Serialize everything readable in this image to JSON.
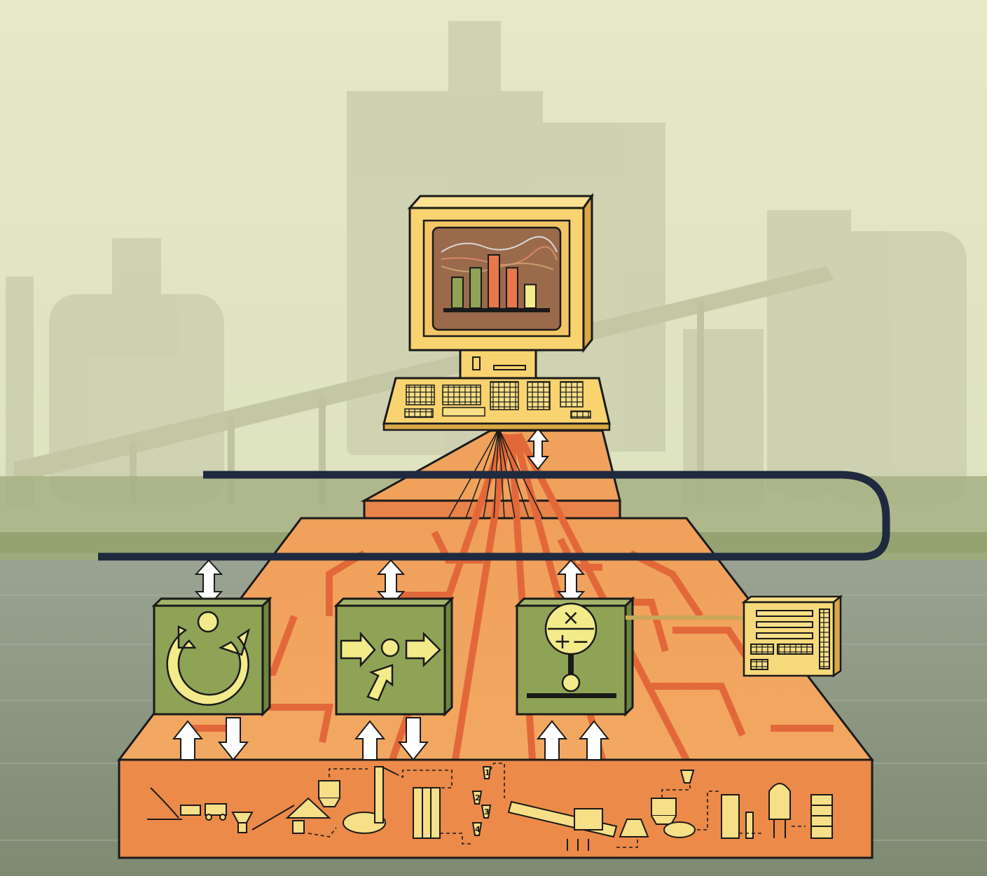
{
  "colors": {
    "sky_top": "#e4e6c6",
    "sky_bottom": "#d5dcb3",
    "haze_building": "#c9cbad",
    "trees": "#9aa77a",
    "water": "#8f9a85",
    "platform_top": "#f0a25c",
    "platform_front": "#ec8a4a",
    "platform_side": "#d9743b",
    "circuit_line": "#e06a3a",
    "bus_line": "#1f2a40",
    "module_green": "#8ea356",
    "module_dark": "#6f843f",
    "symbol_yellow": "#f3ea8a",
    "monitor_body": "#f8d36f",
    "monitor_dark": "#d9a845",
    "screen": "#9a6a4a",
    "bar_green": "#8ea356",
    "bar_orange": "#e8774a",
    "bar_yellow": "#f3ea8a",
    "arrow_white": "#ffffff"
  },
  "icons": {
    "monitor": "computer-monitor-icon",
    "keyboard": "keyboard-icon",
    "control_loop": "control-loop-icon",
    "flow_routing": "flow-routing-icon",
    "calculation": "calculation-icon",
    "control_cabinet": "control-cabinet-icon"
  },
  "calc_symbols": {
    "multiply": "×",
    "plus": "+",
    "minus": "−"
  },
  "process_steps": [
    "1",
    "2",
    "3",
    "4"
  ],
  "screen_bars": [
    {
      "value": 0.55,
      "color": "#8ea356"
    },
    {
      "value": 0.72,
      "color": "#8ea356"
    },
    {
      "value": 0.95,
      "color": "#e8774a"
    },
    {
      "value": 0.72,
      "color": "#e8774a"
    },
    {
      "value": 0.42,
      "color": "#f3ea8a"
    }
  ]
}
